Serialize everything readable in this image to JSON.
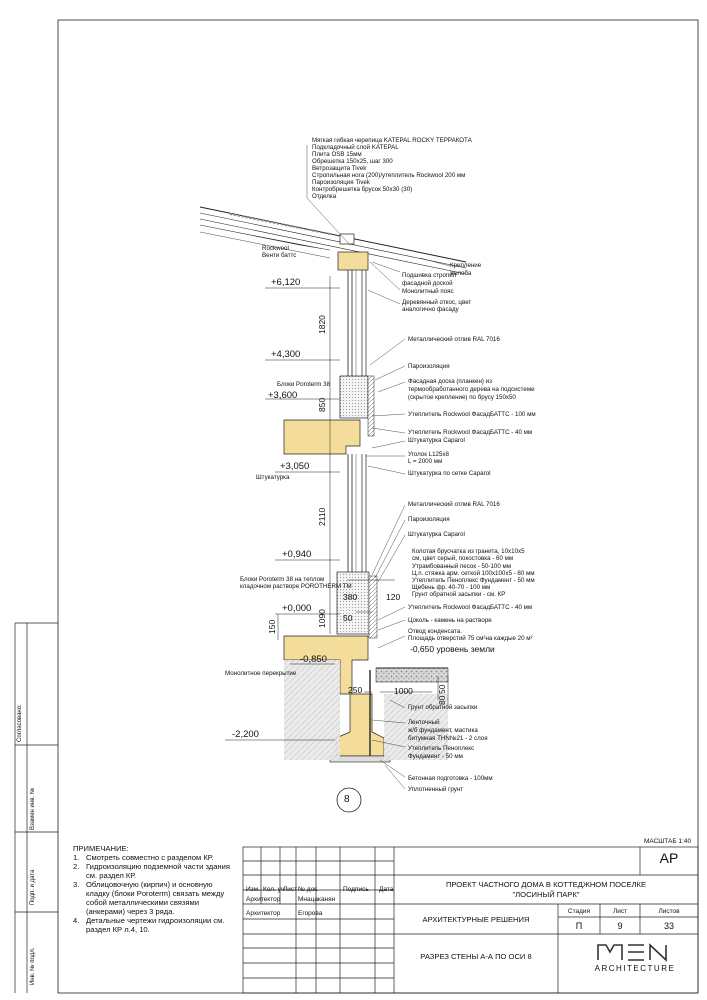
{
  "roof_spec": [
    "Мягкая гибкая черепица KATEPAL ROCKY ТЕРРАКОТА",
    "Подкладочный слой KATEPAL",
    "Плита OSB 15мм",
    "Обрешетка 150х25, шаг 300",
    "Ветрозащита Tivek",
    "Стропильная нога (200)/утеплитель Rockwool 200 мм",
    "Пароизоляция Tivek",
    "Контробрешетка  брусок 50х30  (30)",
    "Отделка"
  ],
  "callouts": {
    "rockwool": "Rockwool",
    "venti": "Венти баттс",
    "gutter_1": "Крепление",
    "gutter_2": "желоба",
    "soffit_1": "Подшивка стропил",
    "soffit_2": "фасадной доской",
    "mono_belt": "Монолитный пояс",
    "wood_1": "Деревянный откос, цвет",
    "wood_2": "аналогично фасаду",
    "sill_1": "Металлический отлив RAL 7016",
    "vapor_1": "Пароизоляция",
    "facade_1": "Фасадная доска (планкен) из",
    "facade_2": "термообработанного дерева на подсистеме",
    "facade_3": "(скрытое крепление) по брусу 150х50",
    "ins100": "Утеплитель Rockwool ФасадБАТТС - 100 мм",
    "ins40a": "Утеплитель Rockwool ФасадБАТТС - 40 мм",
    "plaster_a": "Штукатурка Caparol",
    "angle_1": "Уголок L125х8",
    "angle_2": "L = 2000 мм",
    "plaster_mesh": "Штукатурка по сетке Caparol",
    "blocks38": "Блоки Poroterm 38",
    "plaster_left": "Штукатурка",
    "sill_2": "Металлический отлив RAL 7016",
    "vapor_2": "Пароизоляция",
    "plaster_b": "Штукатурка Caparol",
    "paving": [
      "Колотая брусчатка из гранита, 10х10х5",
      "см, цвет серый, покостовка - 60 мм",
      "Утрамбованный песок - 50-100 мм",
      "Ц.п. стяжка арм. сеткой 100х100х5 - 80 мм",
      "Утеплитель Пеноплекс Фундамент - 50 мм",
      "Щебень фр. 40-70 - 100 мм",
      "Грунт обратной засыпки - см. КР"
    ],
    "blocks_mortar_1": "Блоки Poroterm 38 на  теплом",
    "blocks_mortar_2": "кладочном растворе POROTHERM TM",
    "ins40b": "Утеплитель Rockwool ФасадБАТТС - 40 мм",
    "plinth": "Цоколь - камень на растворе",
    "drain_1": "Отвод конденсата.",
    "drain_2": "Площадь отверстий 75 см²на каждые 20 м²",
    "ground_level": "-0,650 уровень земли",
    "mono_slab": "Монолитное перекрытие",
    "backfill": "Грунт обратной засыпки",
    "strip_1": "Ленточный",
    "strip_2": "ж/б фундамент, мастика",
    "strip_3": "битумная ТНN№21 - 2 слоя",
    "penoplex_1": "Утеплитель Пеноплекс",
    "penoplex_2": "Фундамент - 50 мм",
    "concrete": "Бетонная подготовка - 100мм",
    "compacted": "Уплотненный грунт"
  },
  "levels": {
    "l1": "+6,120",
    "l2": "+4,300",
    "l3": "+3,600",
    "l4": "+3,050",
    "l5": "+0,940",
    "l6": "+0,000",
    "l7": "-0,850",
    "l8": "-2,200"
  },
  "dims": {
    "d1820": "1820",
    "d850": "850",
    "d2110": "2110",
    "d380": "380",
    "d120": "120",
    "d1090": "1090",
    "d50": "50",
    "d150": "150",
    "d250": "250",
    "d1000": "1000",
    "d50b": "50",
    "d80": "80"
  },
  "axis_label": "8",
  "notes": {
    "title": "ПРИМЕЧАНИЕ:",
    "items": [
      {
        "n": "1.",
        "t": "Смотреть совместно с разделом КР."
      },
      {
        "n": "2.",
        "t": "Гидроизоляцию подземной части здания см. раздел КР."
      },
      {
        "n": "3.",
        "t": "Облицовочную (кирпич) и основную кладку (блоки Poroterm) связать между собой металлическими связями (анкерами) через 3 ряда."
      },
      {
        "n": "4.",
        "t": "Детальные чертежи гидроизоляции см. раздел КР л.4, 10."
      }
    ]
  },
  "side_stamp": {
    "agreed": "Согласовано:",
    "replace": "Взамен инв. №",
    "sign_date": "Подп. и дата",
    "inv": "Инв. № подл."
  },
  "title_block": {
    "scale": "МАСШТАБ 1:40",
    "code": "АР",
    "headers": [
      "Изм.",
      "Кол. уч",
      "Лист",
      "№ док.",
      "Подпись",
      "Дата"
    ],
    "people": [
      {
        "role": "Архитектор",
        "name": "Мнацаканян"
      },
      {
        "role": "Архитектор",
        "name": "Егорова"
      }
    ],
    "project_1": "ПРОЕКТ ЧАСТНОГО ДОМА В КОТТЕДЖНОМ ПОСЕЛКЕ",
    "project_2": "\"ЛОСИНЫЙ ПАРК\"",
    "section": "АРХИТЕКТУРНЫЕ РЕШЕНИЯ",
    "stage_h": "Стадия",
    "sheet_h": "Лист",
    "sheets_h": "Листов",
    "stage": "П",
    "sheet": "9",
    "sheets": "33",
    "drawing": "РАЗРЕЗ СТЕНЫ А-А ПО ОСИ 8",
    "logo_text": "ARCHITECTURE"
  }
}
